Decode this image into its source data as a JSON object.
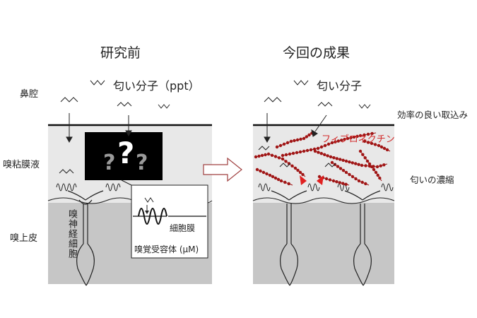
{
  "titles": {
    "before": "研究前",
    "after": "今回の成果"
  },
  "left_labels": {
    "nasal_cavity": "鼻腔",
    "mucus": "嗅粘膜液",
    "epithelium": "嗅上皮"
  },
  "left_panel": {
    "odor_label": "匂い分子（ppt）",
    "question_marks": [
      "?",
      "?",
      "?"
    ],
    "neuron_label": "嗅神経細胞",
    "membrane_label": "細胞膜",
    "receptor_label": "嗅覚受容体 (μM)"
  },
  "right_panel": {
    "odor_label": "匂い分子",
    "fibronectin_label": "フィブロネクチン",
    "uptake_label": "効率の良い取込み",
    "concentration_label": "匂いの濃縮"
  },
  "colors": {
    "mucus": "#e8e8e8",
    "epithelium": "#c6c6c6",
    "fibronectin": "#a01515",
    "fibronectin_label": "#d22b2b",
    "arrow_red": "#e02020",
    "question_box": "#000000"
  }
}
